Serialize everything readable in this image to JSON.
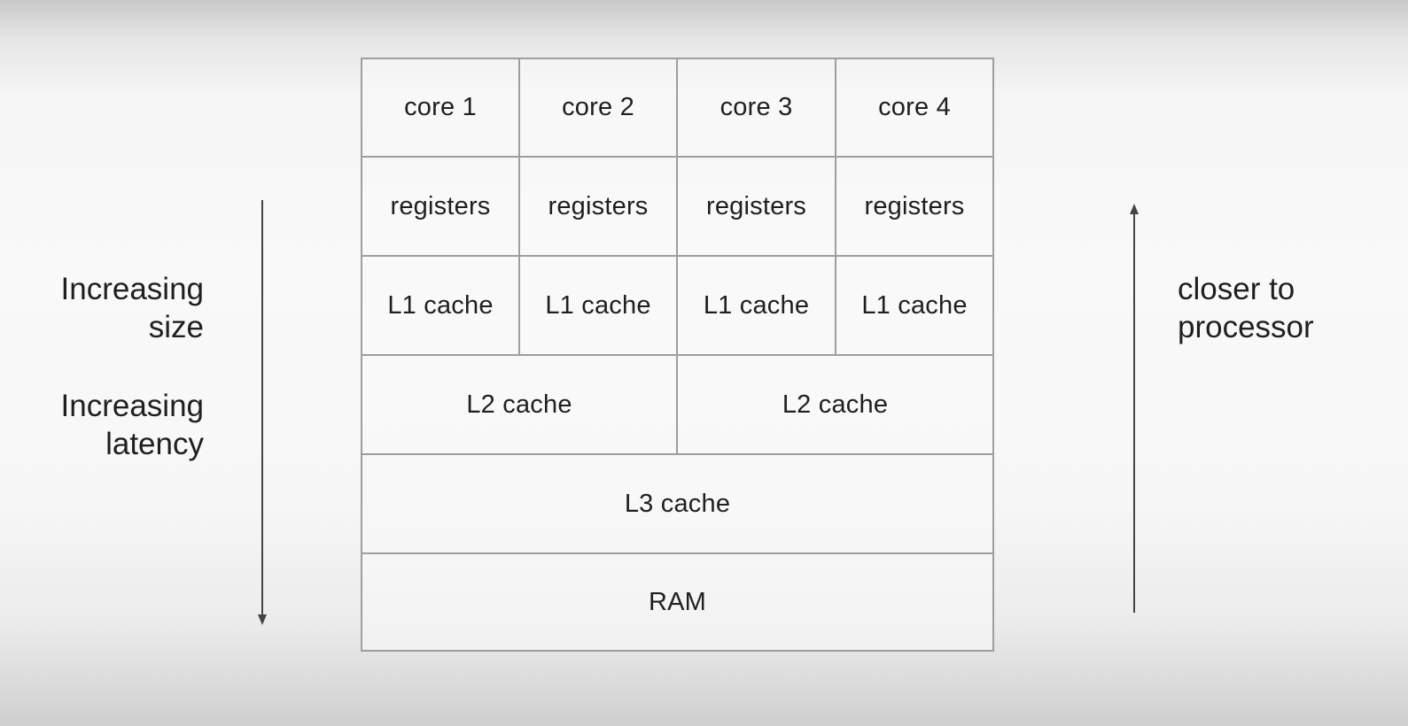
{
  "cores": [
    "core 1",
    "core 2",
    "core 3",
    "core 4"
  ],
  "registers": [
    "registers",
    "registers",
    "registers",
    "registers"
  ],
  "l1": [
    "L1 cache",
    "L1 cache",
    "L1 cache",
    "L1 cache"
  ],
  "l2": [
    "L2 cache",
    "L2 cache"
  ],
  "l3": "L3 cache",
  "ram": "RAM",
  "left_labels": {
    "size_line1": "Increasing",
    "size_line2": "size",
    "latency_line1": "Increasing",
    "latency_line2": "latency"
  },
  "right_labels": {
    "line1": "closer to",
    "line2": "processor"
  },
  "colors": {
    "grid_border": "#9e9e9e",
    "arrow": "#444444",
    "text": "#1f1f1f"
  }
}
